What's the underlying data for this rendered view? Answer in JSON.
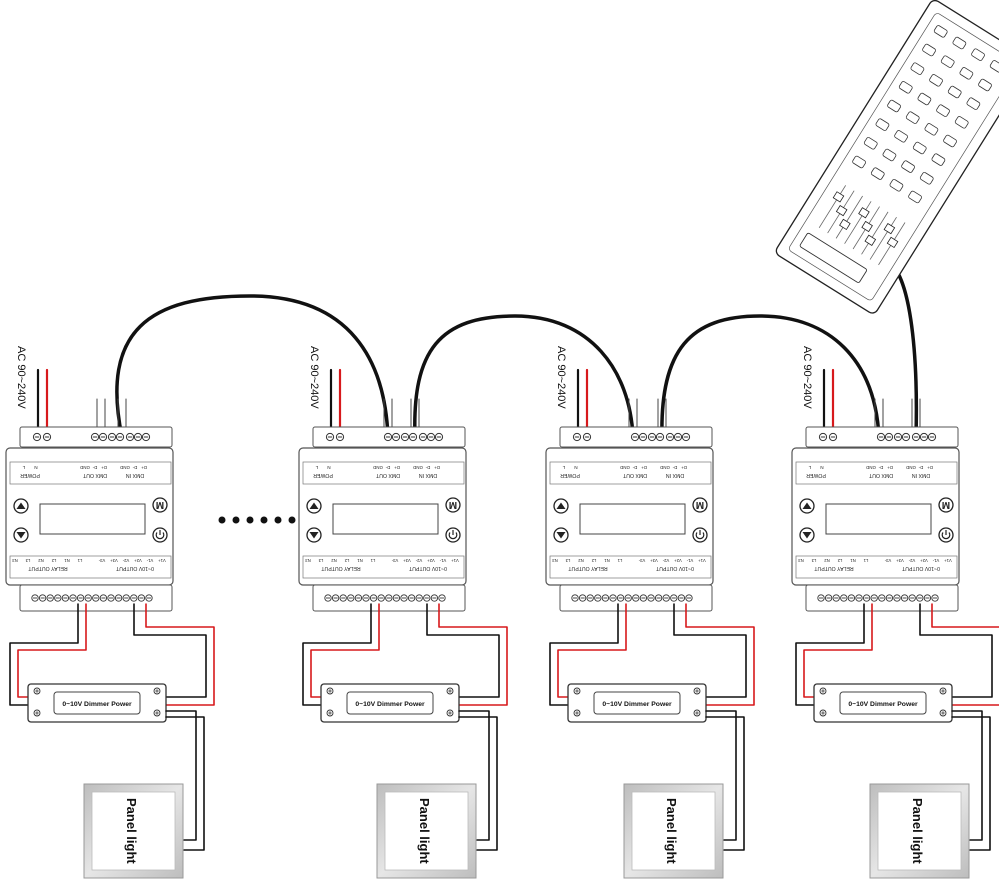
{
  "power_label": "AC 90~240V",
  "decoder": {
    "power_header": "POWER",
    "power_terms": [
      "L",
      "N"
    ],
    "dmx_out_header": "DMX OUT",
    "dmx_in_header": "DMX IN",
    "dmx_terms": [
      "GND",
      "D-",
      "D+"
    ],
    "relay_header": "RELAY OUTPUT",
    "analog_header": "0~10V OUTPUT",
    "relay_terms": [
      "N3",
      "L3",
      "N2",
      "L2",
      "N1",
      "L1"
    ],
    "analog_terms": [
      "V3-",
      "V3+",
      "V2-",
      "V2+",
      "V1-",
      "V1+"
    ],
    "mode_button": "M"
  },
  "dimmer_label": "0~10V Dimmer Power",
  "panel_label": "Panel light",
  "colors": {
    "line_wire": "#d7191c",
    "neutral_wire": "#111111",
    "dmx_cable": "#111111"
  },
  "icons": [
    "up-arrow-icon",
    "down-arrow-icon",
    "power-icon",
    "dmx-console-icon"
  ]
}
